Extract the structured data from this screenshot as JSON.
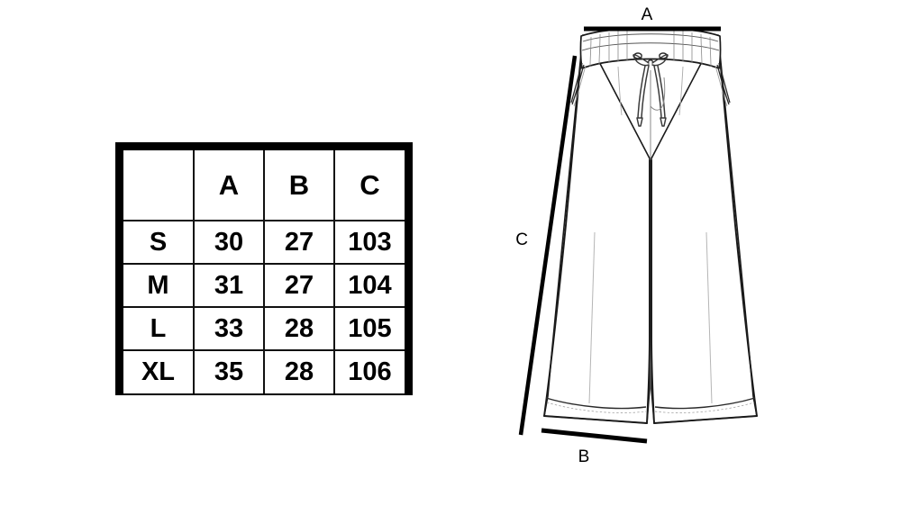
{
  "background_color": "#ffffff",
  "ink_color": "#000000",
  "size_table": {
    "columns": [
      "",
      "A",
      "B",
      "C"
    ],
    "rows": [
      {
        "size": "S",
        "A": "30",
        "B": "27",
        "C": "103"
      },
      {
        "size": "M",
        "A": "31",
        "B": "27",
        "C": "104"
      },
      {
        "size": "L",
        "A": "33",
        "B": "28",
        "C": "105"
      },
      {
        "size": "XL",
        "A": "35",
        "B": "28",
        "C": "106"
      }
    ]
  },
  "diagram": {
    "garment": "wide-leg-sweatpants",
    "measurement_labels": {
      "a": "A",
      "b": "B",
      "c": "C"
    }
  }
}
